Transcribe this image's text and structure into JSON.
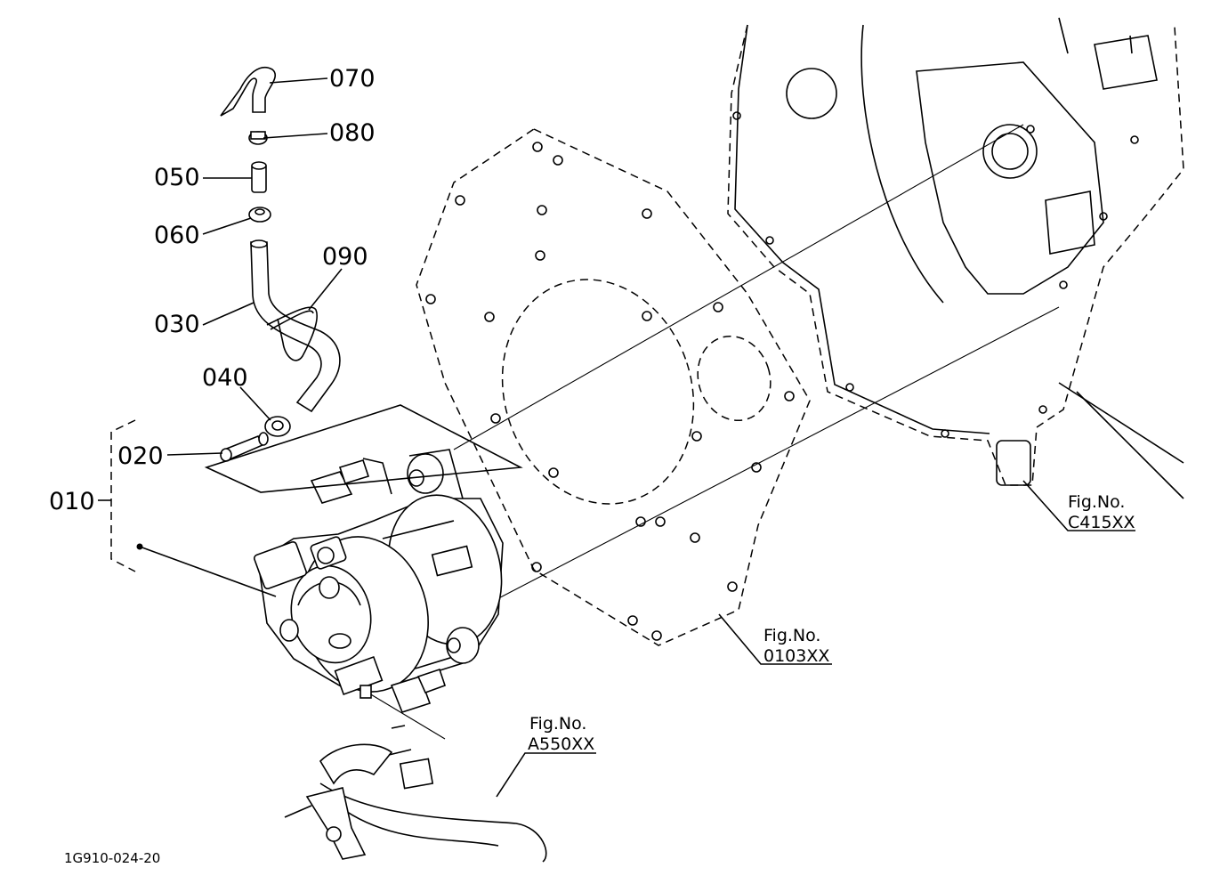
{
  "callouts": {
    "p070": "070",
    "p080": "080",
    "p050": "050",
    "p060": "060",
    "p090": "090",
    "p030": "030",
    "p040": "040",
    "p020": "020",
    "p010": "010"
  },
  "references": {
    "c415_label": "Fig.No.",
    "c415_code": "C415XX",
    "o103_label": "Fig.No.",
    "o103_code": "0103XX",
    "a550_label": "Fig.No.",
    "a550_code": "A550XX"
  },
  "drawing_code": "1G910-024-20"
}
